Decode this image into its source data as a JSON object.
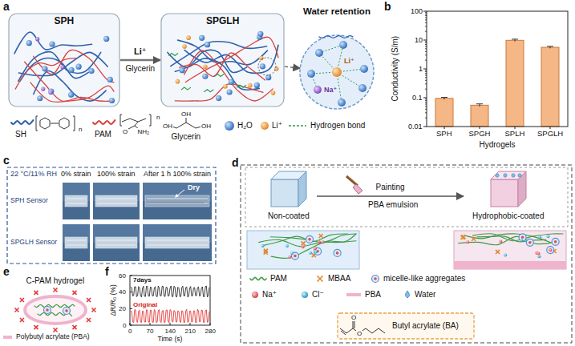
{
  "diagram": {
    "nodes": [
      {
        "text": [
          "SPH"
        ]
      },
      {
        "text": [
          "SPGLH"
        ]
      },
      {
        "text": [
          "Water retention"
        ]
      },
      {
        "text": [
          "22 °C/11% RH",
          "0% strain",
          "100% strain",
          "After 1 h 100% strain",
          "SPH Sensor",
          "SPGLH Sensor"
        ]
      },
      {
        "text": [
          "Non-coated"
        ]
      },
      {
        "text": [
          "Hydrophobic-coated"
        ]
      },
      {
        "text": [
          "Butyl acrylate (BA)"
        ]
      },
      {
        "text": [
          "C-PAM hydrogel"
        ]
      }
    ],
    "edges": [
      {
        "from": 0,
        "to": 1,
        "arrow": "to",
        "label": "Li⁺"
      },
      {
        "from": 1,
        "to": 2,
        "arrow": "to"
      },
      {
        "from": 4,
        "to": 5,
        "arrow": "to",
        "label": "Painting"
      }
    ],
    "labels": [
      "a",
      "Glycerin",
      "Li⁺",
      "Na⁺",
      "n",
      "O",
      "NH₂",
      "n",
      "OH",
      "OH",
      "OH",
      "b",
      "Conductivity (S/m)",
      "100",
      "10",
      "1",
      "0.1",
      "0.01",
      "SPH",
      "SPGH",
      "SPLH",
      "SPGLH",
      "Hydrogels",
      "c",
      "Dry",
      "d",
      "PBA emulsion",
      "O",
      "O",
      "e",
      "f",
      "ΔR/R₀ (%)",
      "0",
      "20",
      "40",
      "60",
      "0",
      "70",
      "140",
      "210",
      "280",
      "Time (s)",
      "7days",
      "Original"
    ],
    "legend": [
      {
        "text": "SH"
      },
      {
        "text": "PAM"
      },
      {
        "text": "Glycerin"
      },
      {
        "text": "H₂O"
      },
      {
        "text": "Li⁺"
      },
      {
        "text": "Hydrogen bond"
      },
      {
        "text": "PAM"
      },
      {
        "text": "MBAA"
      },
      {
        "text": "micelle-like aggregates"
      },
      {
        "text": "Na⁺"
      },
      {
        "text": "Cl⁻"
      },
      {
        "text": "PBA"
      },
      {
        "text": "Water"
      },
      {
        "text": "Polybutyl acrylate (PBA)"
      }
    ]
  }
}
